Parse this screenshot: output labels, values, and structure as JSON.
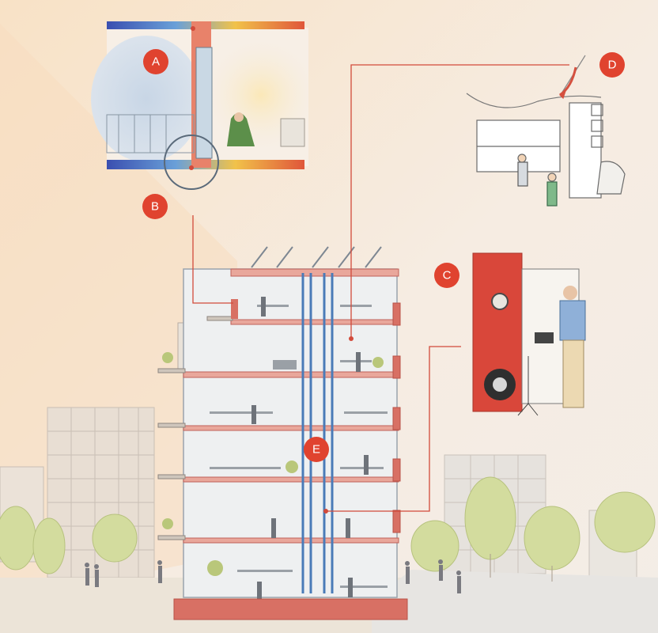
{
  "colors": {
    "marker": "#e0432f",
    "leader_line": "#d24a3a",
    "building_frame": "#d87064",
    "duct": "#4a7bb8",
    "sky_warm": "#f8e6d0",
    "ground": "#ece4d8",
    "tree": "#cfd99a",
    "red_door": "#d9473a"
  },
  "markers": [
    {
      "id": "A",
      "label": "A"
    },
    {
      "id": "B",
      "label": "B"
    },
    {
      "id": "C",
      "label": "C"
    },
    {
      "id": "D",
      "label": "D"
    },
    {
      "id": "E",
      "label": "E"
    }
  ],
  "vignettes": [
    {
      "name": "insulated-window-detail"
    },
    {
      "name": "bunk-bed-room"
    },
    {
      "name": "blower-door-test"
    }
  ]
}
